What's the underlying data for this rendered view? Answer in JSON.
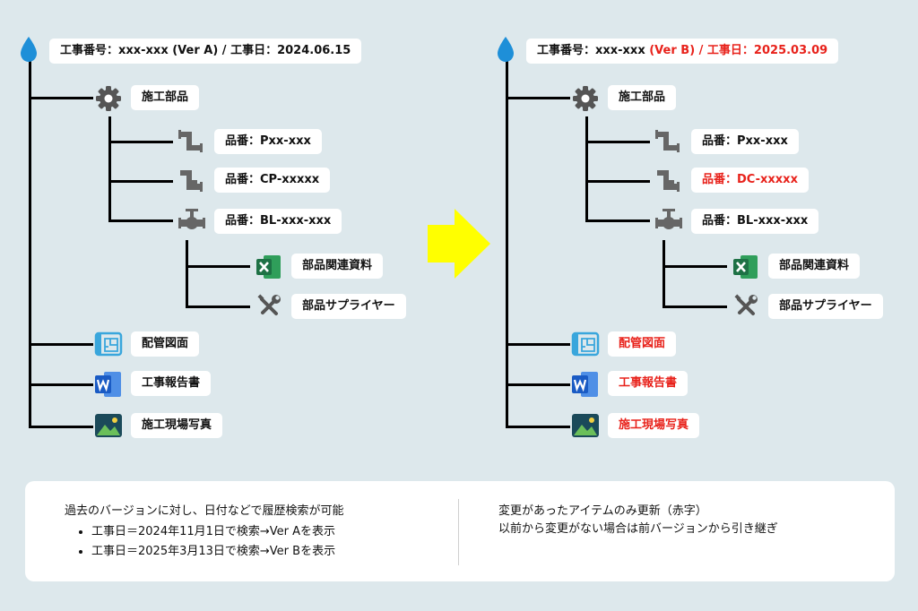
{
  "trees": [
    {
      "root": {
        "label_parts": [
          {
            "text": "工事番号：xxx-xxx (Ver A) / 工事日：2024.06.15",
            "highlight": false
          }
        ]
      },
      "parts_group": {
        "label": "施工部品",
        "highlight": false
      },
      "parts": [
        {
          "label": "品番：Pxx-xxx",
          "highlight": false
        },
        {
          "label": "品番：CP-xxxxx",
          "highlight": false
        },
        {
          "label": "品番：BL-xxx-xxx",
          "highlight": false
        }
      ],
      "docs": [
        {
          "label": "部品関連資料",
          "highlight": false
        },
        {
          "label": "部品サプライヤー",
          "highlight": false
        }
      ],
      "items": [
        {
          "label": "配管図面",
          "highlight": false
        },
        {
          "label": "工事報告書",
          "highlight": false
        },
        {
          "label": "施工現場写真",
          "highlight": false
        }
      ]
    },
    {
      "root": {
        "label_parts": [
          {
            "text": "工事番号：xxx-xxx ",
            "highlight": false
          },
          {
            "text": "(Ver B) / 工事日：2025.03.09",
            "highlight": true
          }
        ]
      },
      "parts_group": {
        "label": "施工部品",
        "highlight": false
      },
      "parts": [
        {
          "label": "品番：Pxx-xxx",
          "highlight": false
        },
        {
          "label": "品番：DC-xxxxx",
          "highlight": true
        },
        {
          "label": "品番：BL-xxx-xxx",
          "highlight": false
        }
      ],
      "docs": [
        {
          "label": "部品関連資料",
          "highlight": false
        },
        {
          "label": "部品サプライヤー",
          "highlight": false
        }
      ],
      "items": [
        {
          "label": "配管図面",
          "highlight": true
        },
        {
          "label": "工事報告書",
          "highlight": true
        },
        {
          "label": "施工現場写真",
          "highlight": true
        }
      ]
    }
  ],
  "notes": {
    "left_title": "過去のバージョンに対し、日付などで履歴検索が可能",
    "left_bullets": [
      "工事日＝2024年11月1日で検索→Ver Aを表示",
      "工事日＝2025年3月13日で検索→Ver Bを表示"
    ],
    "right_line1": "変更があったアイテムのみ更新（赤字）",
    "right_line2": "以前から変更がない場合は前バージョンから引き継ぎ"
  },
  "colors": {
    "background": "#dde8ec",
    "highlight": "#e8221b",
    "arrow": "#ffff00",
    "drop": "#1e8fd8",
    "gear": "#555555",
    "excel": "#1e7145",
    "word": "#1a5bc4",
    "blueprint": "#39a6dc"
  }
}
